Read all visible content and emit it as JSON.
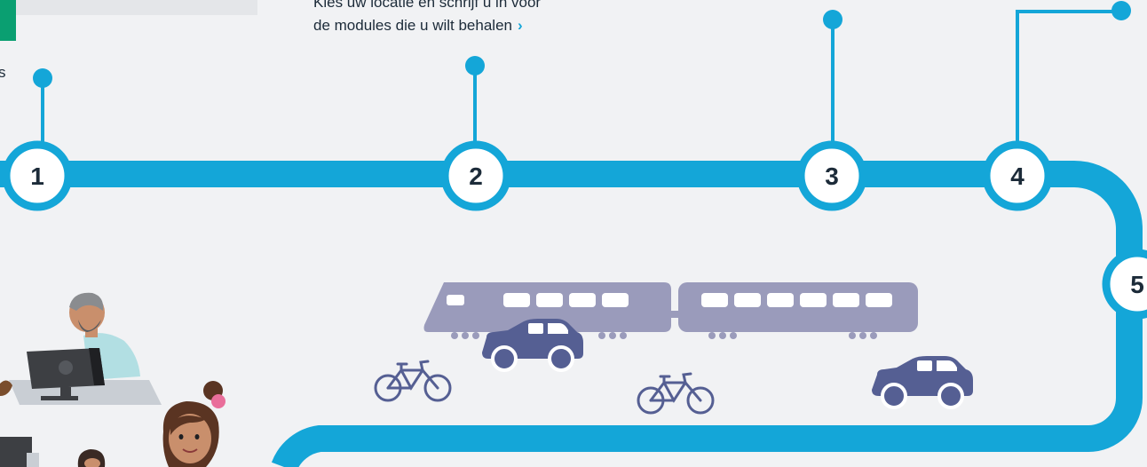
{
  "steps": [
    {
      "number": "1"
    },
    {
      "number": "2",
      "text_line1": "Kies uw locatie en schrijf u in voor",
      "text_line2": "de modules die u wilt behalen",
      "link_chevron": "›"
    },
    {
      "number": "3"
    },
    {
      "number": "4"
    },
    {
      "number": "5"
    }
  ],
  "partial_text": "s",
  "colors": {
    "path": "#14a6d8",
    "node_ring": "#14a6d8",
    "node_fill": "#ffffff",
    "number": "#1c2b39",
    "train": "#9a9bbb",
    "vehicles": "#555f93",
    "background": "#f1f2f4",
    "header_box": "#e4e6e9",
    "logo": "#0a9f71"
  },
  "illustrations": [
    "train-illustration",
    "car-illustration",
    "bicycle-illustration",
    "people-at-computers-illustration"
  ]
}
